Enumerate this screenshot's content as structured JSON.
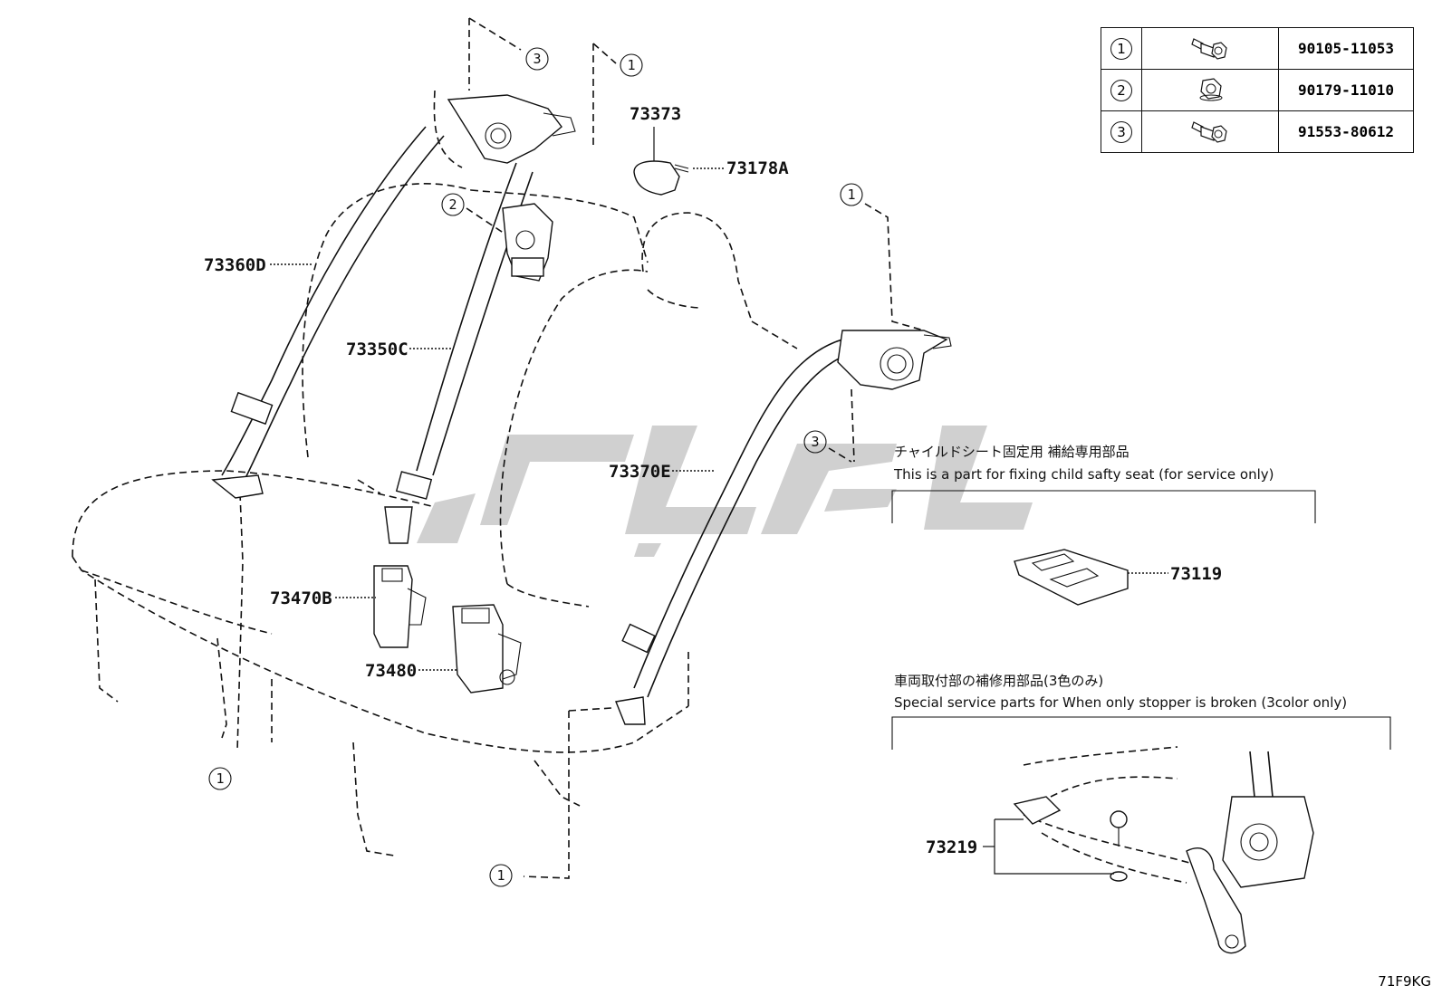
{
  "fasteners": [
    {
      "ref": "1",
      "part_no": "90105-11053",
      "icon": "flange-bolt-icon"
    },
    {
      "ref": "2",
      "part_no": "90179-11010",
      "icon": "flange-nut-icon"
    },
    {
      "ref": "3",
      "part_no": "91553-80612",
      "icon": "flange-bolt-icon"
    }
  ],
  "part_labels": {
    "p73373": "73373",
    "p73178A": "73178A",
    "p73360D": "73360D",
    "p73350C": "73350C",
    "p73370E": "73370E",
    "p73470B": "73470B",
    "p73480": "73480",
    "p73119": "73119",
    "p73219": "73219"
  },
  "callouts": {
    "c3_top": "3",
    "c1_top": "1",
    "c2_left": "2",
    "c1_right": "1",
    "c3_right": "3",
    "c1_bottom_left": "1",
    "c1_bottom_mid": "1"
  },
  "notes": {
    "child_seat_jp": "チャイルドシート固定用 補給専用部品",
    "child_seat_en": "This is a part for fixing child safty seat (for service only)",
    "stopper_jp": "車両取付部の補修用部品(3色のみ)",
    "stopper_en": "Special service parts for When only stopper is broken (3color only)"
  },
  "diagram_code": "71F9KG"
}
